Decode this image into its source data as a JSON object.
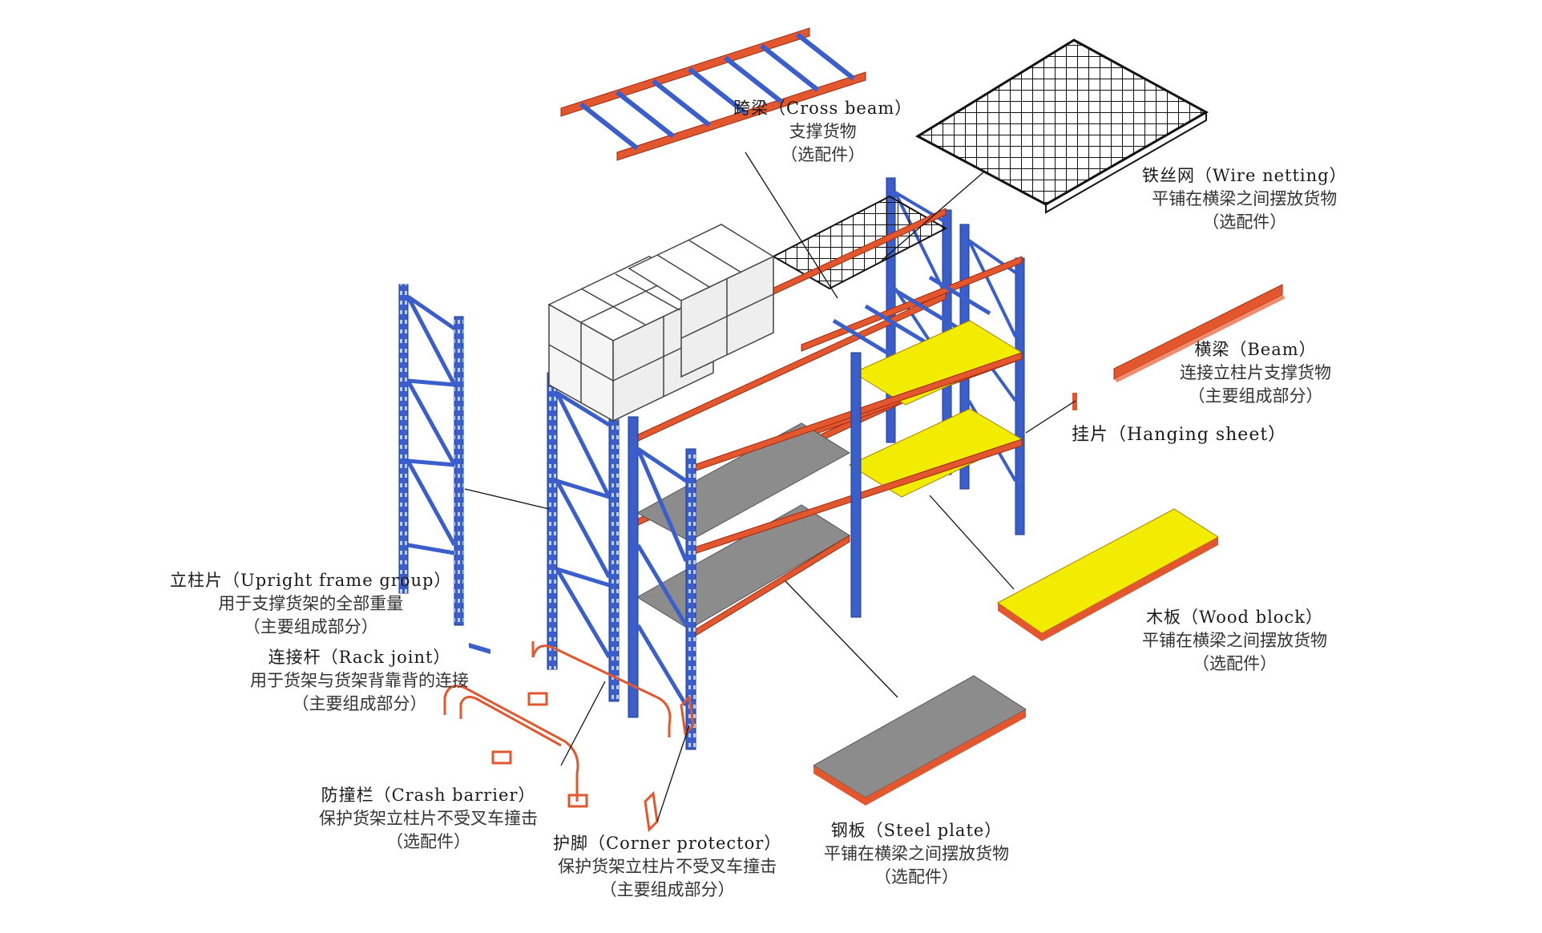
{
  "colors": {
    "upright_blue": "#3a5fcc",
    "beam_orange": "#e2572d",
    "wood_yellow": "#f2ec00",
    "steel_gray": "#8c8c8c",
    "mesh_black": "#111111"
  },
  "labels": {
    "cross_beam": {
      "title": "跨梁（Cross beam）",
      "line2": "支撑货物",
      "line3": "（选配件）"
    },
    "wire_netting": {
      "title": "铁丝网（Wire netting）",
      "line2": "平铺在横梁之间摆放货物",
      "line3": "（选配件）"
    },
    "beam": {
      "title": "横梁（Beam）",
      "line2": "连接立柱片支撑货物",
      "line3": "（主要组成部分）"
    },
    "hanging_sheet": {
      "title": "挂片（Hanging sheet）"
    },
    "upright_frame": {
      "title": "立柱片（Upright frame group）",
      "line2": "用于支撑货架的全部重量",
      "line3": "（主要组成部分）"
    },
    "rack_joint": {
      "title": "连接杆（Rack joint）",
      "line2": "用于货架与货架背靠背的连接",
      "line3": "（主要组成部分）"
    },
    "wood_block": {
      "title": "木板（Wood block）",
      "line2": "平铺在横梁之间摆放货物",
      "line3": "（选配件）"
    },
    "crash_barrier": {
      "title": "防撞栏（Crash barrier）",
      "line2": "保护货架立柱片不受叉车撞击",
      "line3": "（选配件）"
    },
    "corner_protector": {
      "title": "护脚（Corner protector）",
      "line2": "保护货架立柱片不受叉车撞击",
      "line3": "（主要组成部分）"
    },
    "steel_plate": {
      "title": "钢板（Steel plate）",
      "line2": "平铺在横梁之间摆放货物",
      "line3": "（选配件）"
    }
  }
}
